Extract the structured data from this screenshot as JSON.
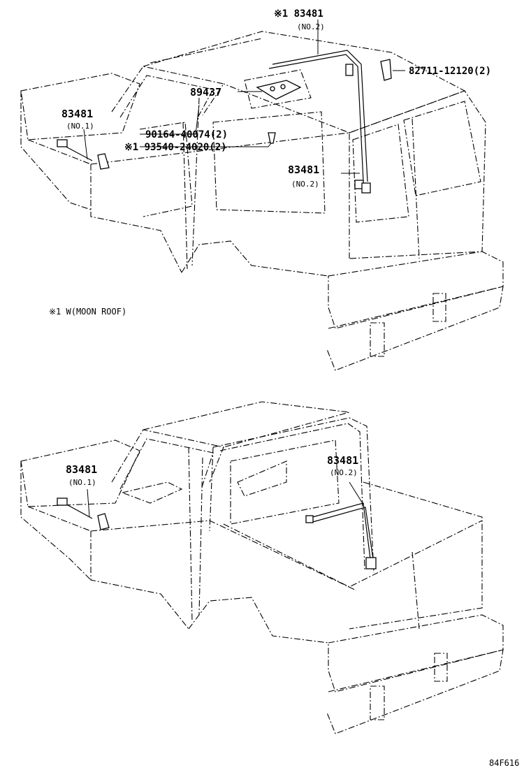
{
  "diagram": {
    "upper": {
      "callouts": [
        {
          "id": "c1",
          "number": "83481",
          "sub": "(NO.2)",
          "prefix": "※1"
        },
        {
          "id": "c2",
          "number": "82711-12120",
          "qty": "(2)"
        },
        {
          "id": "c3",
          "number": "89437"
        },
        {
          "id": "c4",
          "number": "83481",
          "sub": "(NO.1)"
        },
        {
          "id": "c5",
          "number": "90164-40074",
          "qty": "(2)"
        },
        {
          "id": "c6",
          "number": "93540-24020",
          "qty": "(2)",
          "prefix": "※1"
        },
        {
          "id": "c7",
          "number": "83481",
          "sub": "(NO.2)"
        }
      ],
      "note": "※1 W(MOON ROOF)"
    },
    "lower": {
      "callouts": [
        {
          "id": "d1",
          "number": "83481",
          "sub": "(NO.1)"
        },
        {
          "id": "d2",
          "number": "83481",
          "sub": "(NO.2)"
        }
      ]
    },
    "figure_code": "84F616"
  }
}
